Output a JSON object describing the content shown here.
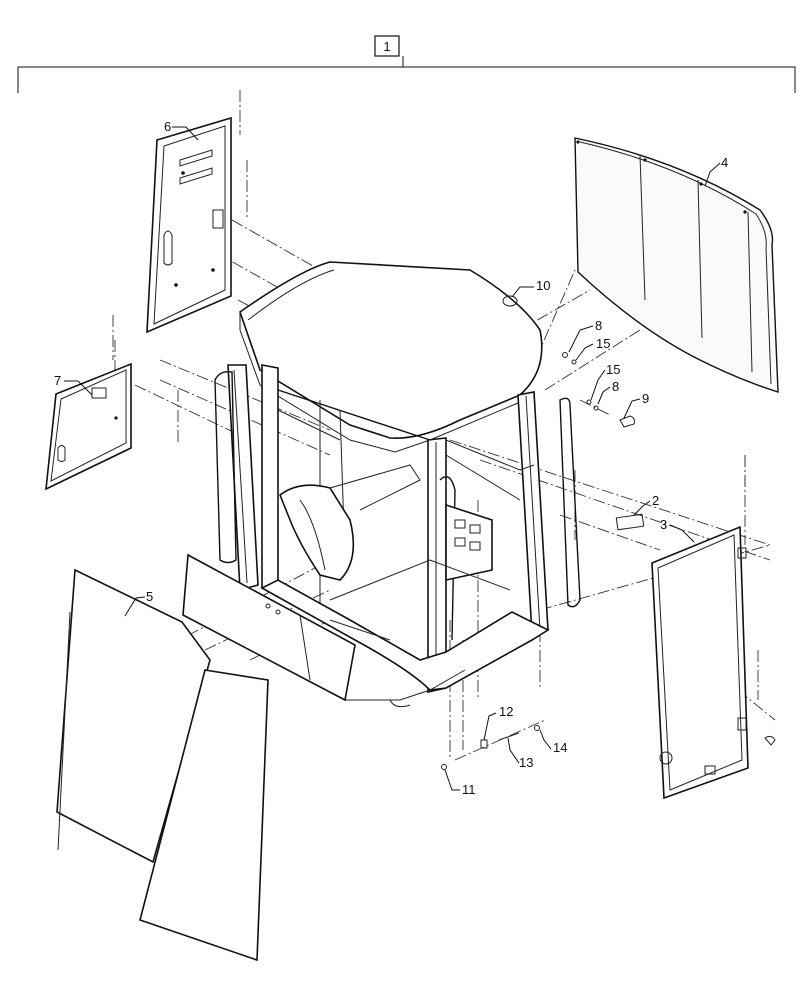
{
  "callouts": {
    "assembly": "1",
    "c2": "2",
    "c3": "3",
    "c4": "4",
    "c5": "5",
    "c6": "6",
    "c7": "7",
    "c8a": "8",
    "c8b": "8",
    "c9": "9",
    "c10": "10",
    "c11": "11",
    "c12": "12",
    "c13": "13",
    "c14": "14",
    "c15a": "15",
    "c15b": "15"
  }
}
